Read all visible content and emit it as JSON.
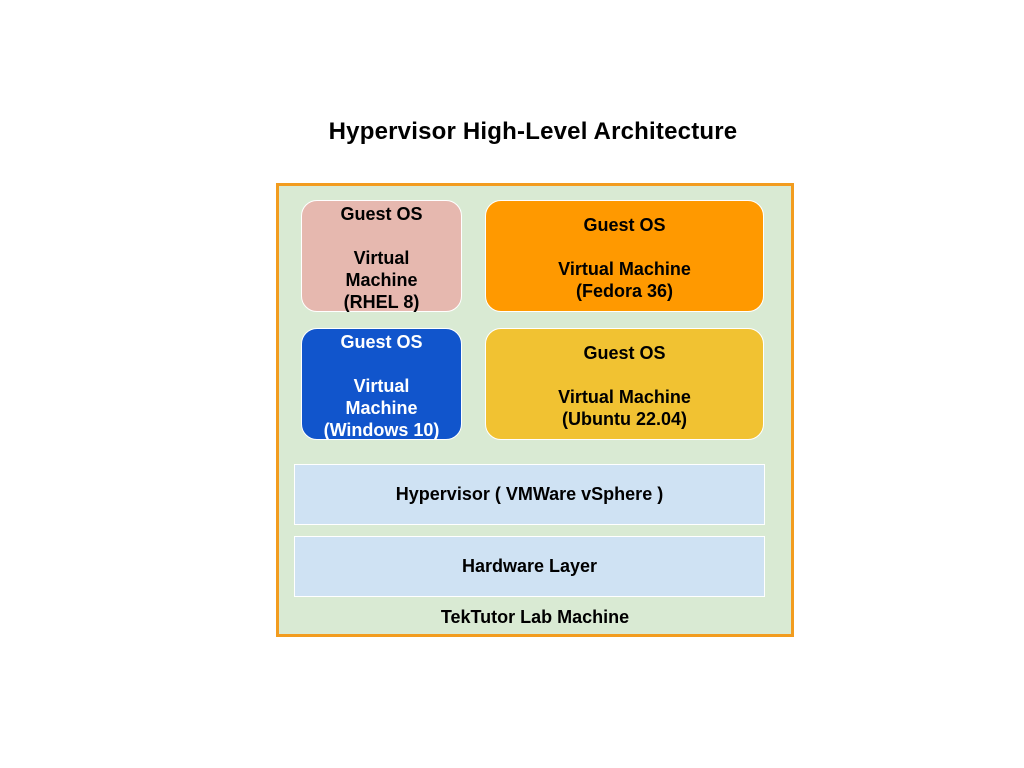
{
  "title": "Hypervisor High-Level Architecture",
  "machine_label": "TekTutor Lab Machine",
  "colors": {
    "frame_fill": "#d9ead3",
    "frame_border": "#f29c1f",
    "layer_fill": "#cfe2f3",
    "rhel": "#e6b8af",
    "fedora": "#ff9900",
    "windows": "#1155cc",
    "ubuntu": "#f1c232"
  },
  "vms": {
    "rhel": {
      "guest": "Guest OS",
      "line1": "Virtual",
      "line2": "Machine",
      "line3": "(RHEL 8)"
    },
    "fedora": {
      "guest": "Guest OS",
      "line1": "Virtual Machine",
      "line2": "(Fedora 36)"
    },
    "windows": {
      "guest": "Guest OS",
      "line1": "Virtual",
      "line2": "Machine",
      "line3": "(Windows 10)"
    },
    "ubuntu": {
      "guest": "Guest OS",
      "line1": "Virtual Machine",
      "line2": "(Ubuntu 22.04)"
    }
  },
  "layers": {
    "hypervisor": "Hypervisor ( VMWare vSphere )",
    "hardware": "Hardware Layer"
  }
}
